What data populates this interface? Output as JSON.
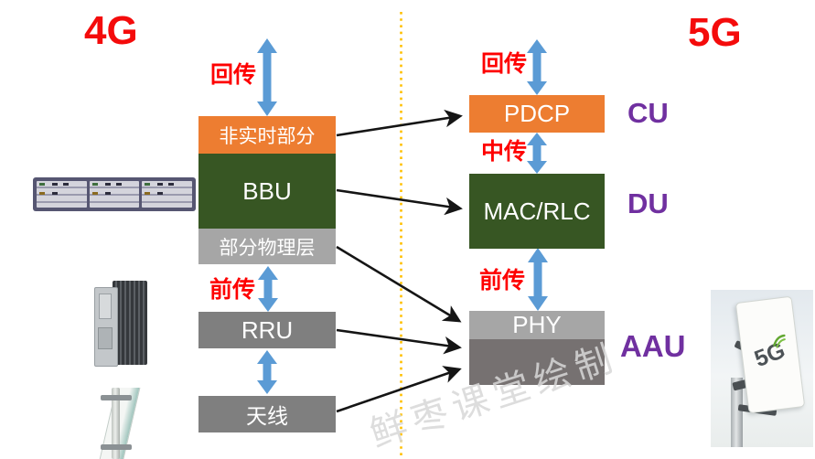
{
  "header": {
    "left_title": "4G",
    "right_title": "5G"
  },
  "left_stack": {
    "backhaul_label": "回传",
    "fronthaul_label": "前传",
    "boxes": [
      {
        "label": "非实时部分"
      },
      {
        "label": "BBU"
      },
      {
        "label": "部分物理层"
      },
      {
        "label": "RRU"
      },
      {
        "label": "天线"
      }
    ]
  },
  "right_stack": {
    "backhaul_label": "回传",
    "midhaul_label": "中传",
    "fronthaul_label": "前传",
    "boxes": [
      {
        "label": "PDCP"
      },
      {
        "label": "MAC/RLC"
      },
      {
        "label": "PHY"
      }
    ],
    "unit_labels": [
      {
        "label": "CU"
      },
      {
        "label": "DU"
      },
      {
        "label": "AAU"
      }
    ]
  },
  "photos": {
    "aau_logo": "5G"
  },
  "watermark": "鲜枣课堂绘制",
  "colors": {
    "red_accent": "#FE0000",
    "orange_box": "#ED7D31",
    "green_box": "#375623",
    "gray_light_box": "#A6A6A6",
    "gray_mid_box": "#7F7F7F",
    "gray_dark_box": "#767171",
    "blue_arrow": "#5B9BD5",
    "purple_label": "#7030A0",
    "divider_yellow": "#FFC000"
  }
}
